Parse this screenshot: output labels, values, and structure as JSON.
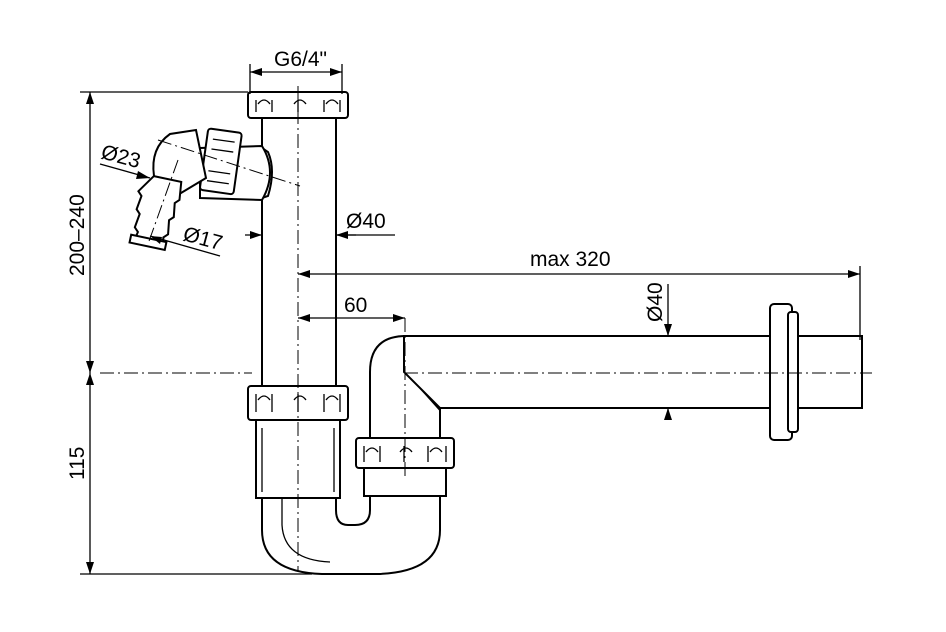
{
  "dimensions": {
    "thread": "G6/4\"",
    "upper_height": "200–240",
    "lower_height": "115",
    "hose_outer": "Ø23",
    "hose_inner": "Ø17",
    "pipe_diameter": "Ø40",
    "outlet_length": "max 320",
    "offset": "60",
    "outlet_diameter": "Ø40"
  }
}
